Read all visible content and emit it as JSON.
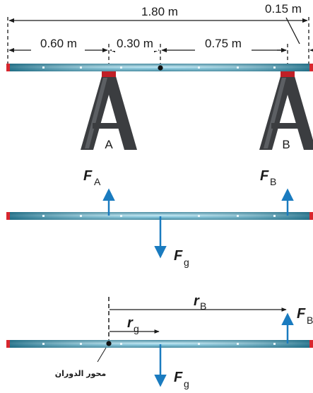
{
  "dimensions": {
    "total": "1.80 m",
    "overhang": "0.15 m",
    "seg_a": "0.60 m",
    "seg_b": "0.30 m",
    "seg_c": "0.75 m"
  },
  "supports": {
    "a_label": "A",
    "b_label": "B"
  },
  "forces": {
    "f_symbol": "F",
    "fa_sub": "A",
    "fb_sub": "B",
    "fg_sub": "g"
  },
  "torque_panel": {
    "r_symbol": "r",
    "rb_sub": "B",
    "rg_sub": "g",
    "pivot_label": "محور الدوران"
  },
  "colors": {
    "beam_dark": "#1f6d86",
    "beam_light": "#bfe6f2",
    "beam_end": "#d8262e",
    "arrow": "#1a7bbf",
    "stand": "#3b3d40"
  }
}
